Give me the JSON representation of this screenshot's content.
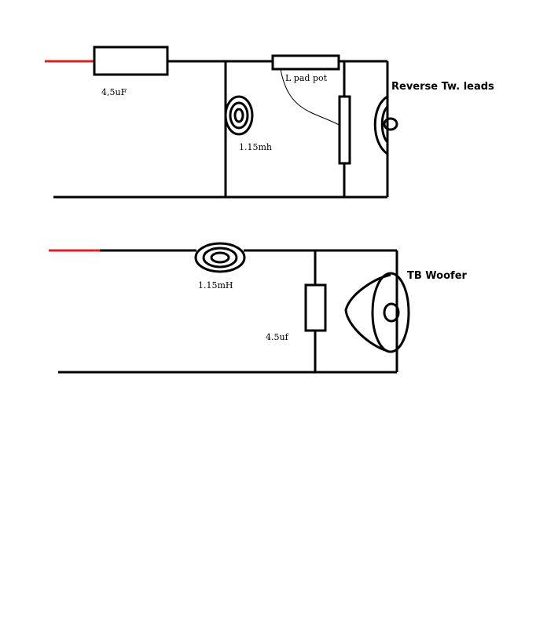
{
  "colors": {
    "wire": "#000000",
    "input_lead": "#e02020"
  },
  "tweeter_circuit": {
    "capacitor_label": "4,5uF",
    "inductor_label": "1.15mh",
    "pot_label": "L pad pot",
    "speaker_label": "Reverse Tw. leads"
  },
  "woofer_circuit": {
    "inductor_label": "1.15mH",
    "capacitor_label": "4.5uf",
    "speaker_label": "TB Woofer"
  }
}
